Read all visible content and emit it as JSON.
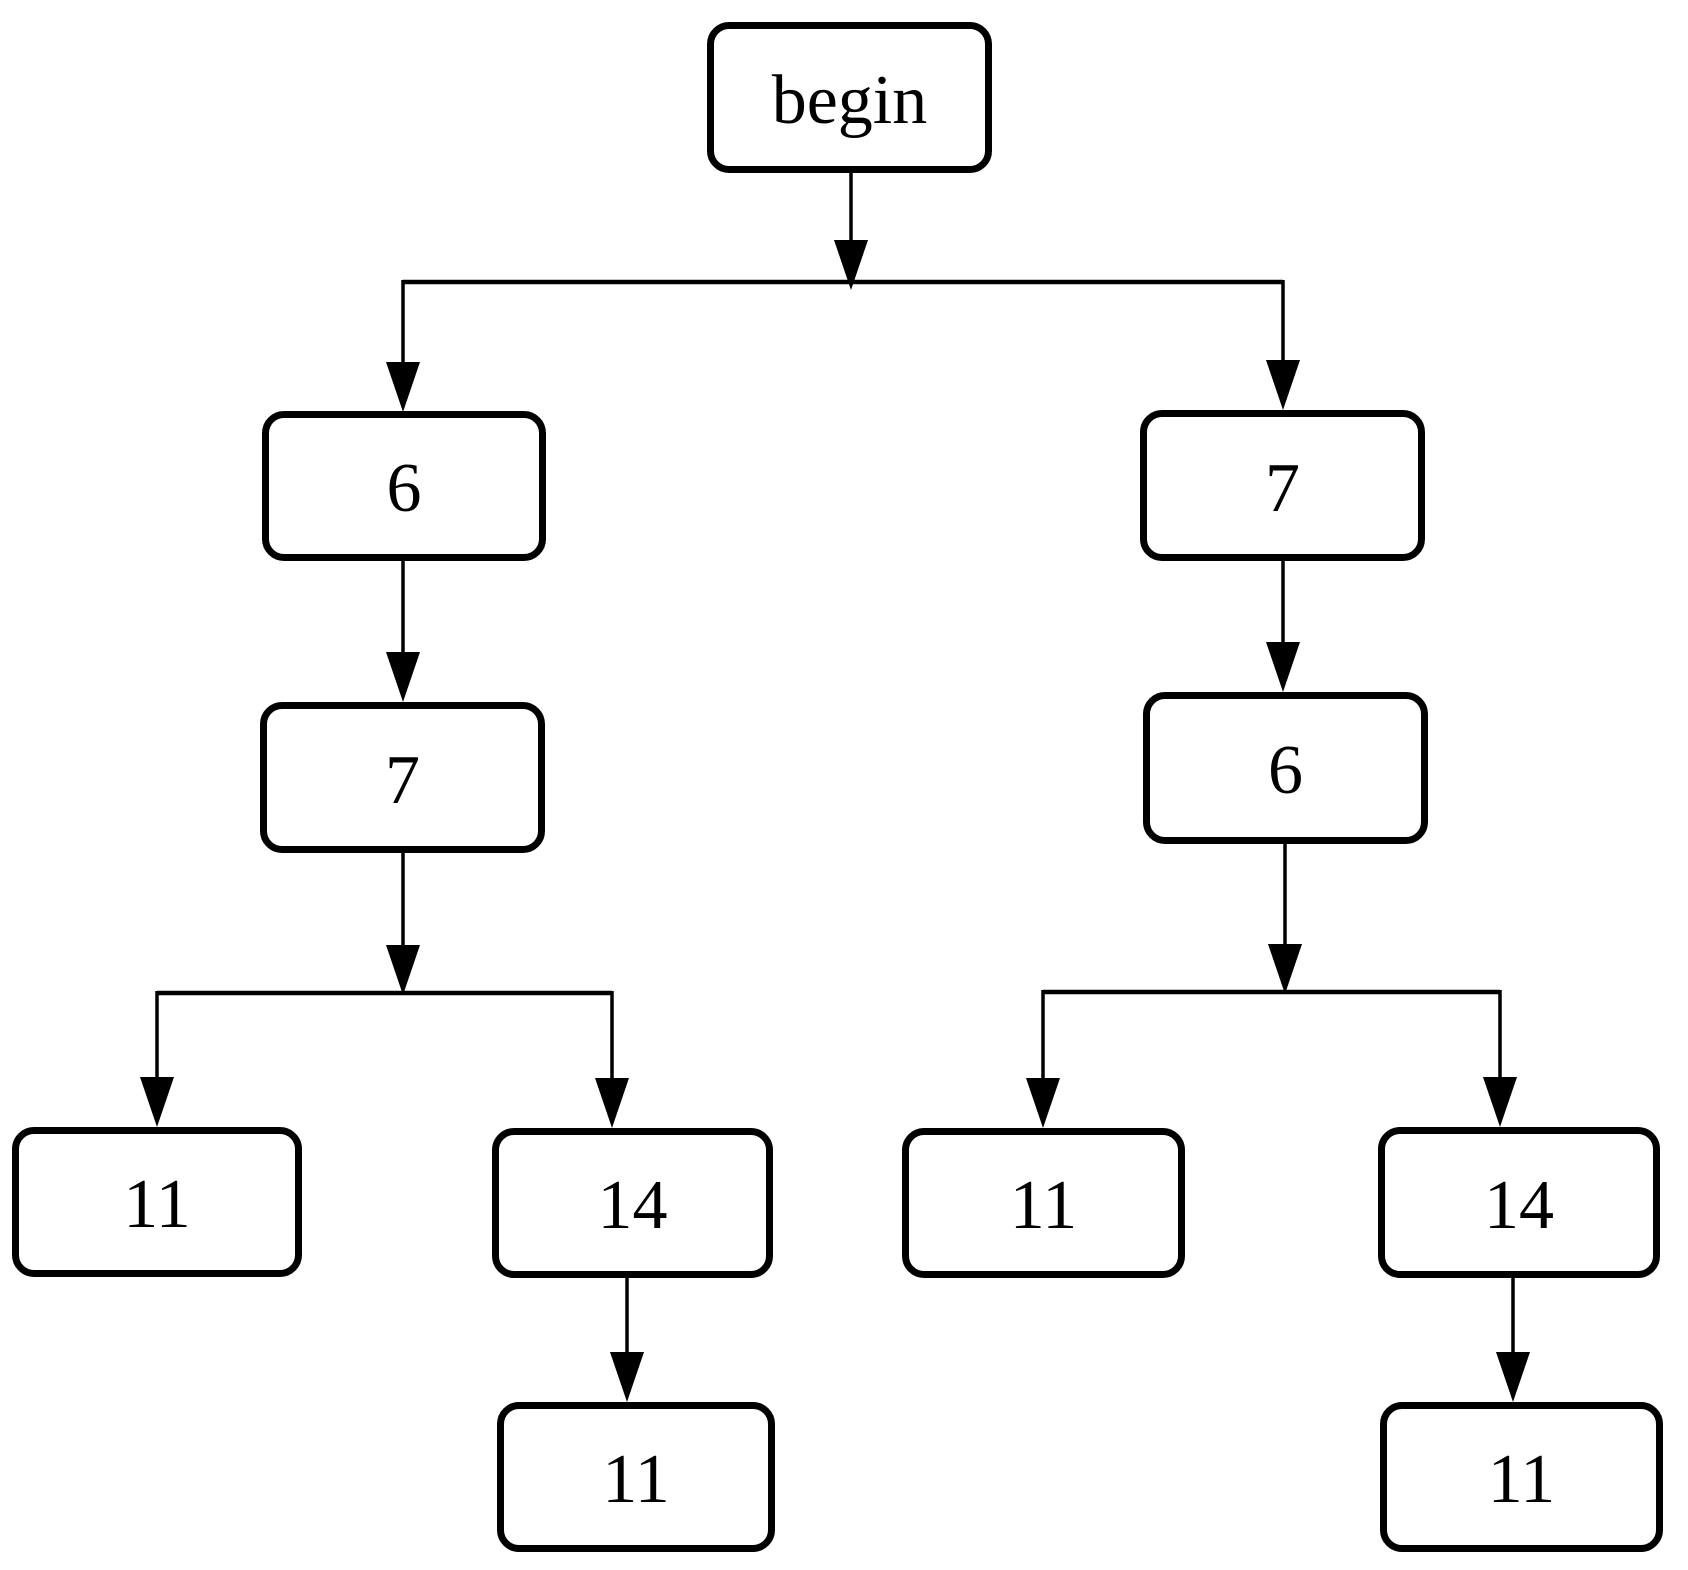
{
  "diagram": {
    "type": "flowchart-tree",
    "background_color": "#ffffff",
    "stroke_color": "#000000",
    "node_fill_color": "#ffffff",
    "nodes": [
      {
        "id": "begin",
        "label": "begin",
        "level": 1
      },
      {
        "id": "left-6",
        "label": "6",
        "level": 2
      },
      {
        "id": "right-7",
        "label": "7",
        "level": 2
      },
      {
        "id": "left-7",
        "label": "7",
        "level": 3
      },
      {
        "id": "right-6",
        "label": "6",
        "level": 3
      },
      {
        "id": "left-11",
        "label": "11",
        "level": 4
      },
      {
        "id": "left-14",
        "label": "14",
        "level": 4
      },
      {
        "id": "right-11",
        "label": "11",
        "level": 4
      },
      {
        "id": "right-14",
        "label": "14",
        "level": 4
      },
      {
        "id": "left-14-11",
        "label": "11",
        "level": 5
      },
      {
        "id": "right-14-11",
        "label": "11",
        "level": 5
      }
    ],
    "edges": [
      {
        "from": "begin",
        "to": "left-6"
      },
      {
        "from": "begin",
        "to": "right-7"
      },
      {
        "from": "left-6",
        "to": "left-7"
      },
      {
        "from": "right-7",
        "to": "right-6"
      },
      {
        "from": "left-7",
        "to": "left-11"
      },
      {
        "from": "left-7",
        "to": "left-14"
      },
      {
        "from": "right-6",
        "to": "right-11"
      },
      {
        "from": "right-6",
        "to": "right-14"
      },
      {
        "from": "left-14",
        "to": "left-14-11"
      },
      {
        "from": "right-14",
        "to": "right-14-11"
      }
    ]
  }
}
